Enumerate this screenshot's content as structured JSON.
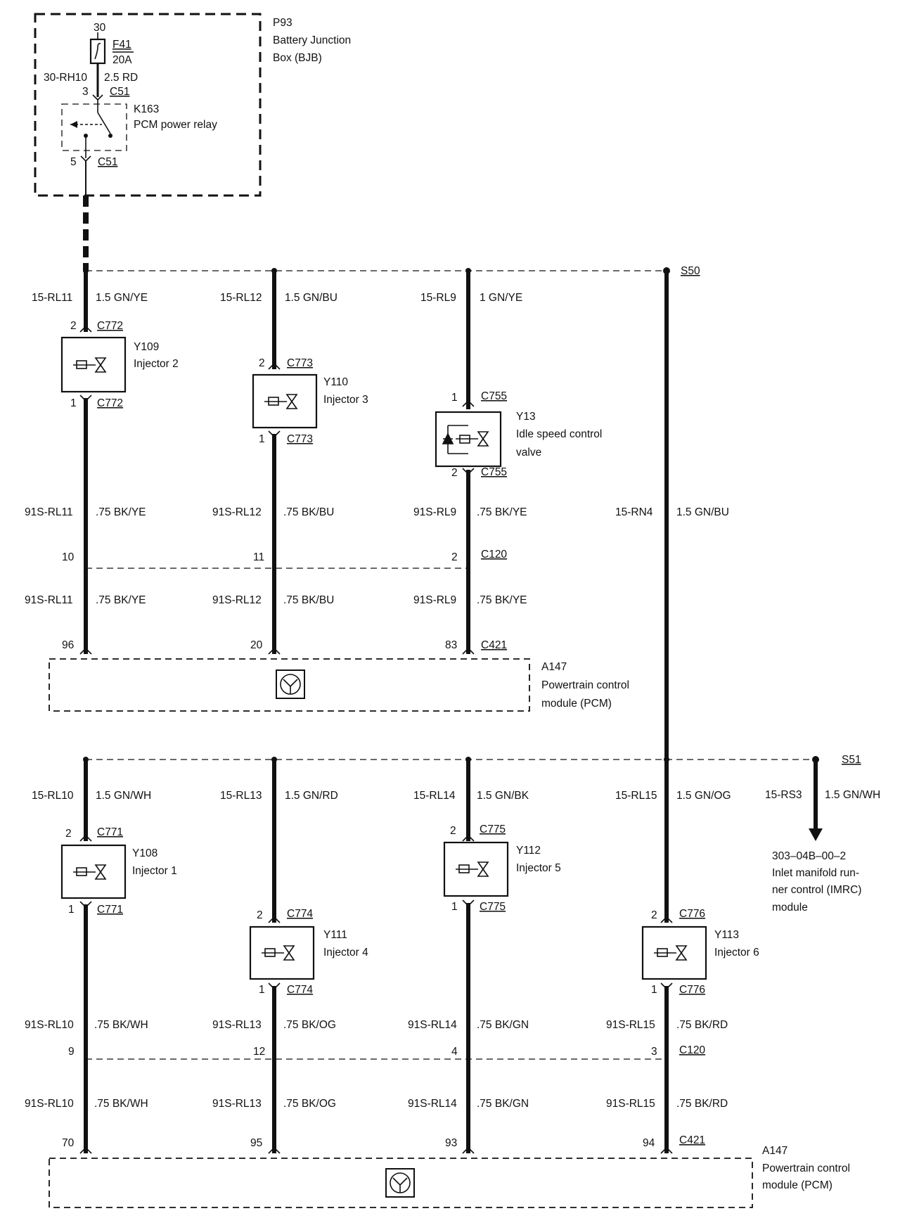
{
  "bjb": {
    "id": "P93",
    "name_line1": "Battery Junction",
    "name_line2": "Box (BJB)",
    "terminal_30": "30",
    "fuse_id": "F41",
    "fuse_rating": "20A",
    "wire_circuit": "30-RH10",
    "wire_spec": "2.5 RD",
    "relay_pin_in": "3",
    "relay_connector_in": "C51",
    "relay_id": "K163",
    "relay_name": "PCM power relay",
    "relay_pin_out": "5",
    "relay_connector_out": "C51"
  },
  "splices": {
    "top": "S50",
    "bottom": "S51"
  },
  "top_row": [
    {
      "feed_circuit": "15-RL11",
      "feed_spec": "1.5 GN/YE",
      "pin_top": "2",
      "conn": "C772",
      "id": "Y109",
      "name1": "Injector 2",
      "name2": "",
      "pin_bot": "1",
      "ret_circuit": "91S-RL11",
      "ret_spec": ".75 BK/YE",
      "c120_pin": "10",
      "c421_pin": "96"
    },
    {
      "feed_circuit": "15-RL12",
      "feed_spec": "1.5 GN/BU",
      "pin_top": "2",
      "conn": "C773",
      "id": "Y110",
      "name1": "Injector 3",
      "name2": "",
      "pin_bot": "1",
      "ret_circuit": "91S-RL12",
      "ret_spec": ".75 BK/BU",
      "c120_pin": "11",
      "c421_pin": "20"
    },
    {
      "feed_circuit": "15-RL9",
      "feed_spec": "1 GN/YE",
      "pin_top": "1",
      "conn": "C755",
      "id": "Y13",
      "name1": "Idle speed control",
      "name2": "valve",
      "pin_bot": "2",
      "ret_circuit": "91S-RL9",
      "ret_spec": ".75 BK/YE",
      "c120_pin": "2",
      "c421_pin": "83"
    }
  ],
  "s50_branch": {
    "circuit": "15-RN4",
    "spec": "1.5 GN/BU"
  },
  "top_connectors": {
    "c120": "C120",
    "c421": "C421"
  },
  "pcm": {
    "id": "A147",
    "line1": "Powertrain control",
    "line2": "module (PCM)"
  },
  "bottom_row": [
    {
      "feed_circuit": "15-RL10",
      "feed_spec": "1.5 GN/WH",
      "pin_top": "2",
      "conn": "C771",
      "id": "Y108",
      "name1": "Injector 1",
      "pin_bot": "1",
      "ret_circuit": "91S-RL10",
      "ret_spec": ".75 BK/WH",
      "c120_pin": "9",
      "c421_pin": "70"
    },
    {
      "feed_circuit": "15-RL13",
      "feed_spec": "1.5 GN/RD",
      "pin_top": "2",
      "conn": "C774",
      "id": "Y111",
      "name1": "Injector 4",
      "pin_bot": "1",
      "ret_circuit": "91S-RL13",
      "ret_spec": ".75 BK/OG",
      "c120_pin": "12",
      "c421_pin": "95"
    },
    {
      "feed_circuit": "15-RL14",
      "feed_spec": "1.5 GN/BK",
      "pin_top": "2",
      "conn": "C775",
      "id": "Y112",
      "name1": "Injector 5",
      "pin_bot": "1",
      "ret_circuit": "91S-RL14",
      "ret_spec": ".75 BK/GN",
      "c120_pin": "4",
      "c421_pin": "93"
    },
    {
      "feed_circuit": "15-RL15",
      "feed_spec": "1.5 GN/OG",
      "pin_top": "2",
      "conn": "C776",
      "id": "Y113",
      "name1": "Injector 6",
      "pin_bot": "1",
      "ret_circuit": "91S-RL15",
      "ret_spec": ".75 BK/RD",
      "c120_pin": "3",
      "c421_pin": "94"
    }
  ],
  "imrc": {
    "circuit": "15-RS3",
    "spec": "1.5 GN/WH",
    "ref": "303–04B–00–2",
    "line1": "Inlet manifold run-",
    "line2": "ner control (IMRC)",
    "line3": "module"
  },
  "bottom_connectors": {
    "c120": "C120",
    "c421": "C421"
  }
}
